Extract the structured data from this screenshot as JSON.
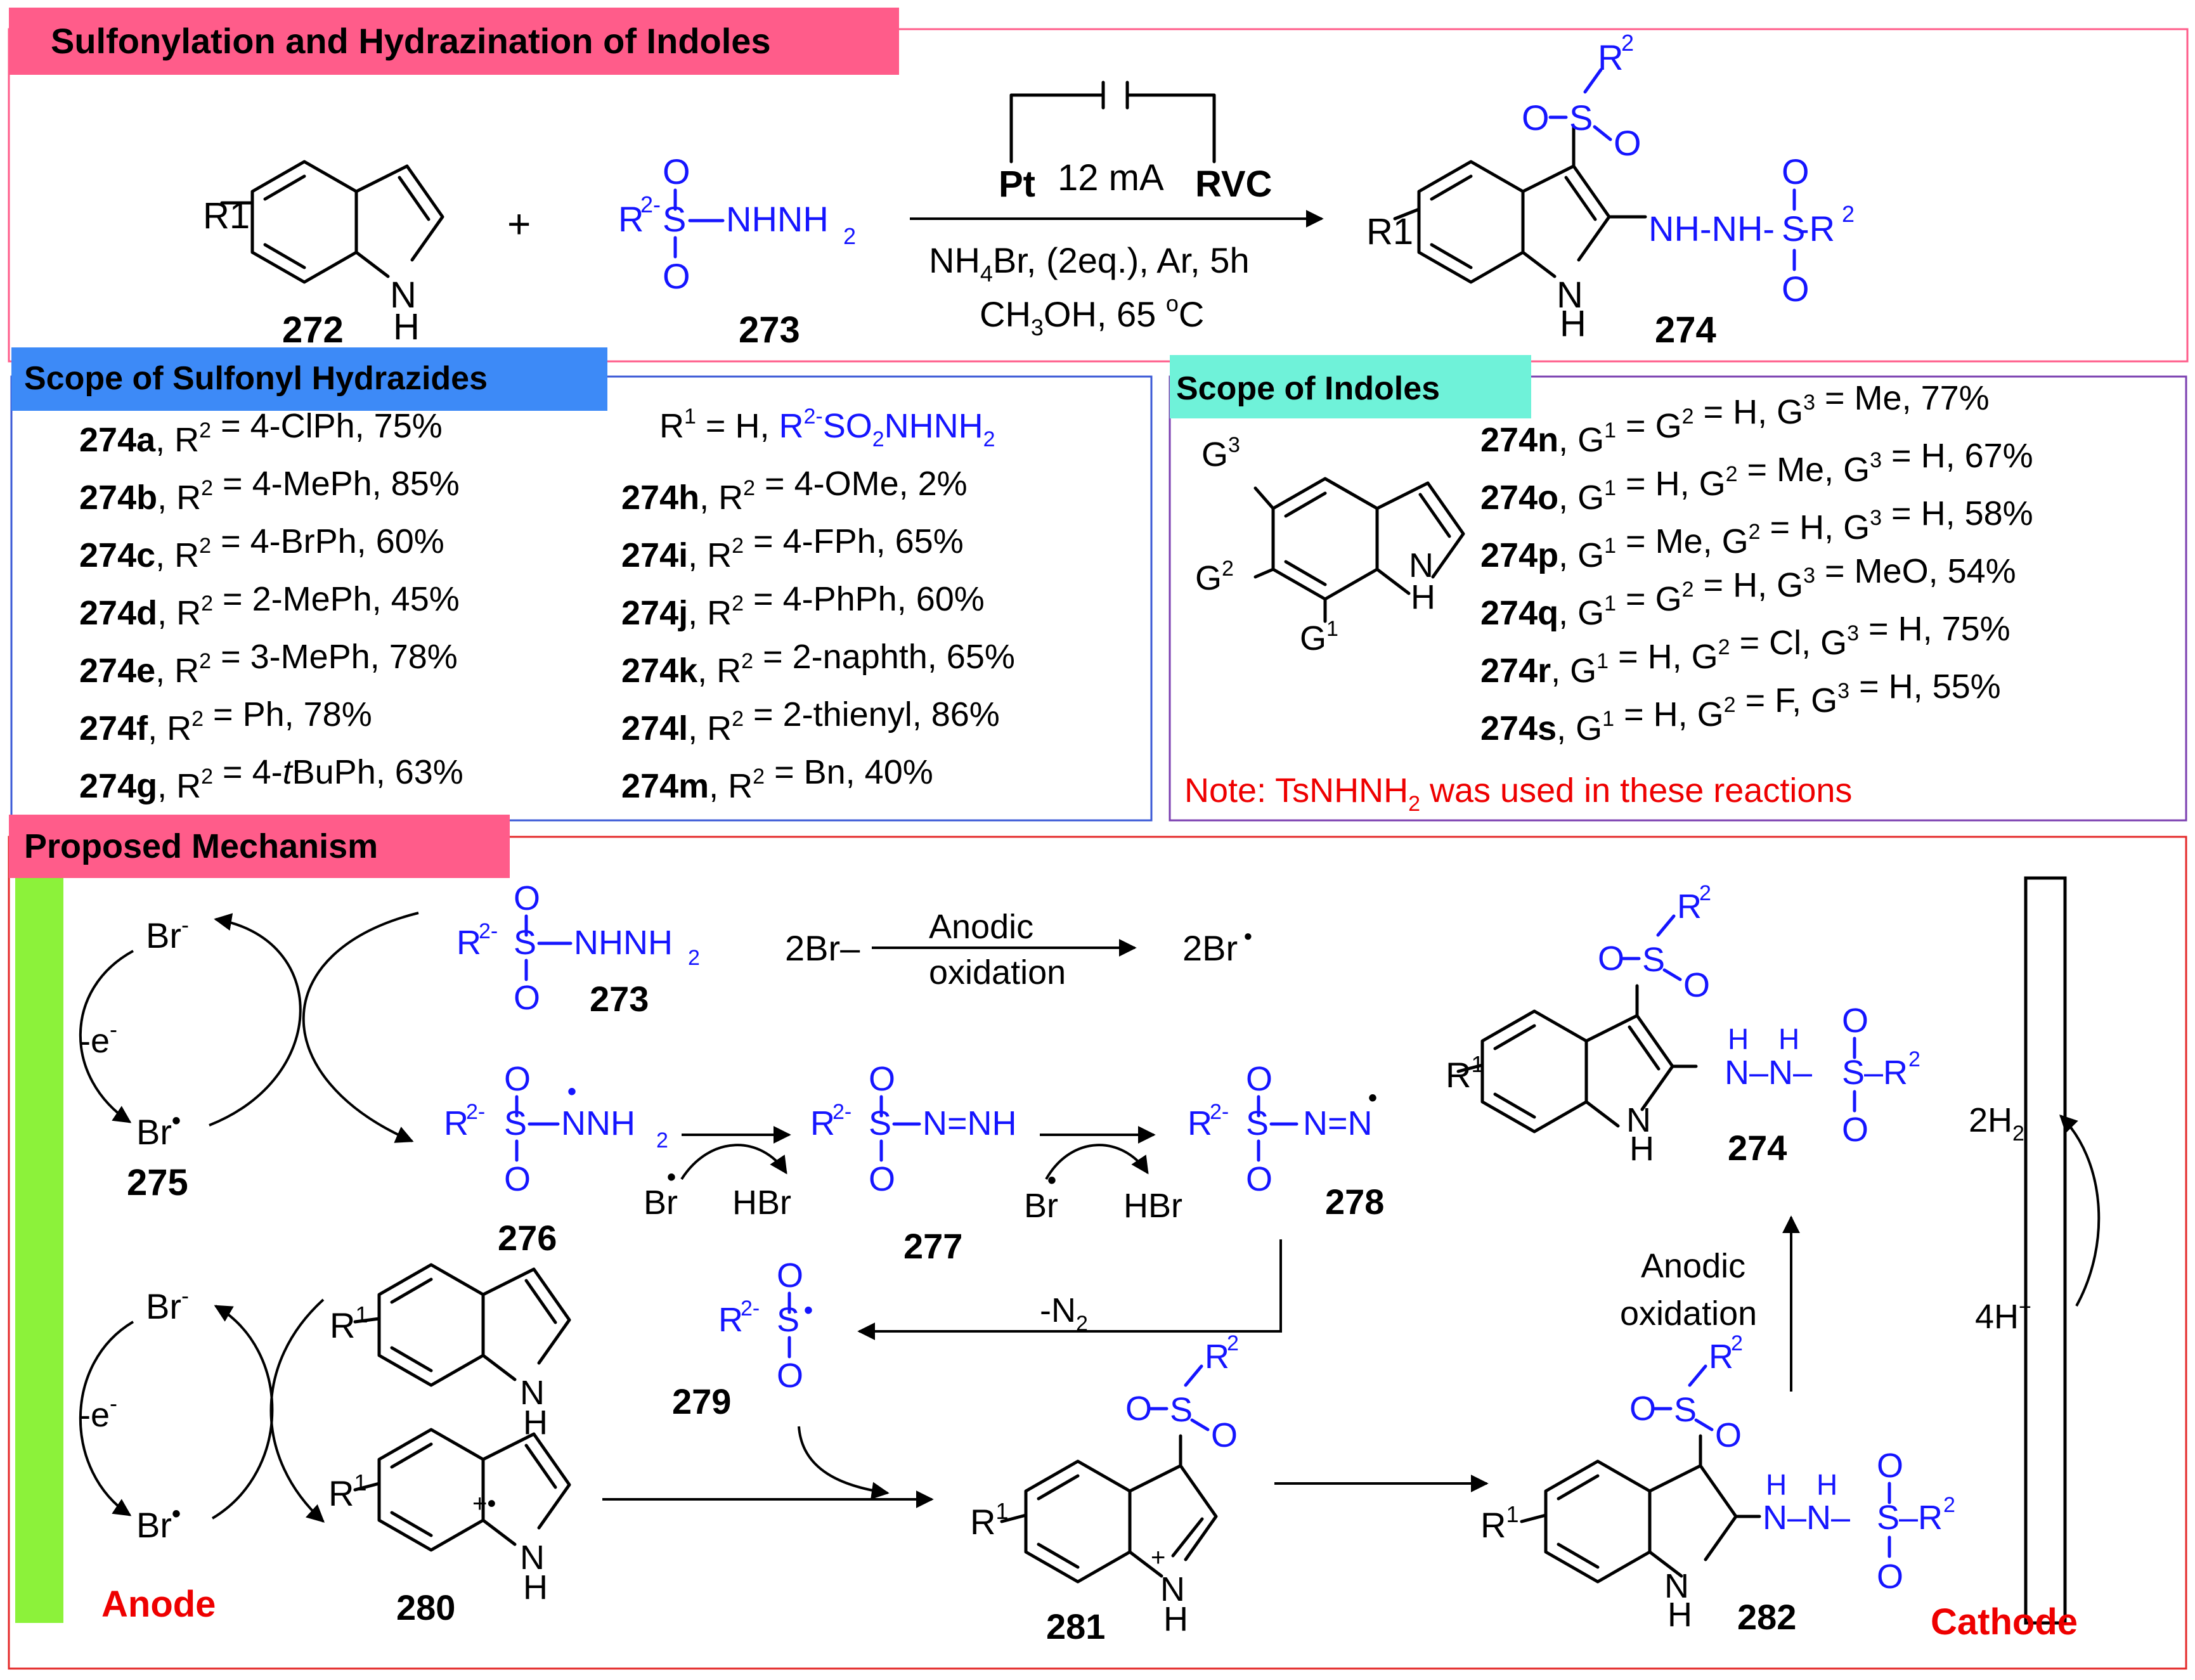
{
  "headers": {
    "section1": "Sulfonylation and Hydrazination of Indoles",
    "section2": "Scope of Sulfonyl Hydrazides",
    "section3": "Scope of Indoles",
    "section4": "Proposed Mechanism"
  },
  "colors": {
    "header_pink": "#ff5c8a",
    "header_blue": "#3d8af7",
    "header_teal": "#6ff2d9",
    "anode_green": "#8cf23a",
    "reagent_blue": "#1515ff",
    "note_red": "#ee0000"
  },
  "reaction": {
    "electrode_left": "Pt",
    "current": "12 mA",
    "electrode_right": "RVC",
    "cond1": "NH4Br, (2eq.), Ar, 5h",
    "cond2": "CH3OH, 65 oC",
    "label_272": "272",
    "label_273": "273",
    "label_274": "274",
    "plus": "+",
    "r1": "R1",
    "hydrazide": "R2-S(O2)-NHNH2",
    "product_chain": "NH-NH-S(O2)-R2"
  },
  "hydrazide_scope": {
    "header_line": "R1 = H,  R2-SO2NHNH2",
    "left": [
      {
        "id": "274a",
        "text": ", R2 = 4-ClPh, 75%"
      },
      {
        "id": "274b",
        "text": ", R2 = 4-MePh, 85%"
      },
      {
        "id": "274c",
        "text": ", R2 = 4-BrPh, 60%"
      },
      {
        "id": "274d",
        "text": ", R2 = 2-MePh, 45%"
      },
      {
        "id": "274e",
        "text": ", R2 = 3-MePh, 78%"
      },
      {
        "id": "274f",
        "text": ", R2 = Ph, 78%"
      },
      {
        "id": "274g",
        "text": ", R2 = 4-tBuPh, 63%"
      }
    ],
    "right": [
      {
        "id": "274h",
        "text": ", R2 = 4-OMe, 2%"
      },
      {
        "id": "274i",
        "text": ", R2 = 4-FPh, 65%"
      },
      {
        "id": "274j",
        "text": ", R2 = 4-PhPh, 60%"
      },
      {
        "id": "274k",
        "text": ", R2 = 2-naphth, 65%"
      },
      {
        "id": "274l",
        "text": ", R2 = 2-thienyl, 86%"
      },
      {
        "id": "274m",
        "text": ", R2 = Bn, 40%"
      }
    ]
  },
  "indole_scope": {
    "items": [
      {
        "id": "274n",
        "text": ", G1 = G2 = H, G3 = Me, 77%"
      },
      {
        "id": "274o",
        "text": ", G1 = H, G2 = Me, G3 = H, 67%"
      },
      {
        "id": "274p",
        "text": ", G1 = Me, G2 = H, G3 = H, 58%"
      },
      {
        "id": "274q",
        "text": ", G1 = G2 = H, G3 = MeO, 54%"
      },
      {
        "id": "274r",
        "text": ", G1 = H, G2 = Cl, G3 = H, 75%"
      },
      {
        "id": "274s",
        "text": ", G1 = H, G2 = F, G3 = H, 55%"
      }
    ],
    "note": "Note: TsNHNH2 was used in these reactions"
  },
  "mechanism": {
    "anode": "Anode",
    "cathode": "Cathode",
    "br_minus": "Br-",
    "br_rad": "Br•",
    "minus_e": "-e-",
    "anodic_oxidation_1": "Anodic oxidation",
    "anodic_oxidation_2": "Anodic oxidation",
    "two_br_minus": "2Br–",
    "two_br_rad": "2Br•",
    "hbr": "HBr",
    "minus_n2": "-N2",
    "h2": "2H2",
    "h_plus": "4H+",
    "labels": [
      "273",
      "274",
      "275",
      "276",
      "277",
      "278",
      "279",
      "280",
      "281",
      "282"
    ]
  }
}
